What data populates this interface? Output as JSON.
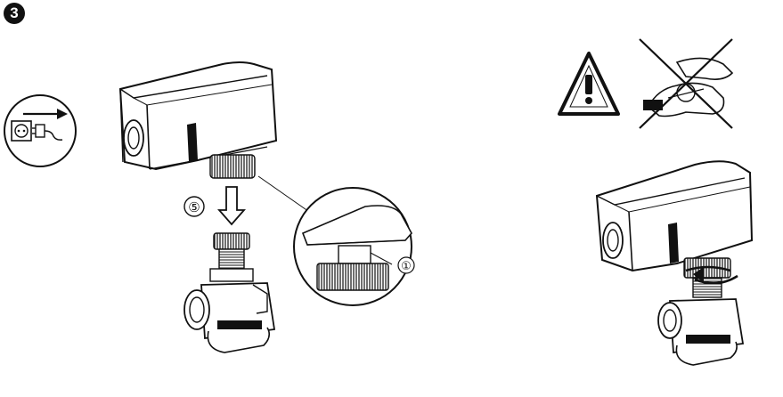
{
  "step": {
    "number": "3"
  },
  "callouts": {
    "circle_5": "⑤",
    "circle_1": "①"
  },
  "icons": [
    "power-disconnect-icon",
    "warning-triangle-icon",
    "no-hand-tool-icon",
    "down-arrow-icon",
    "rotate-arrow-icon"
  ],
  "colors": {
    "line": "#111111",
    "background": "#ffffff"
  }
}
